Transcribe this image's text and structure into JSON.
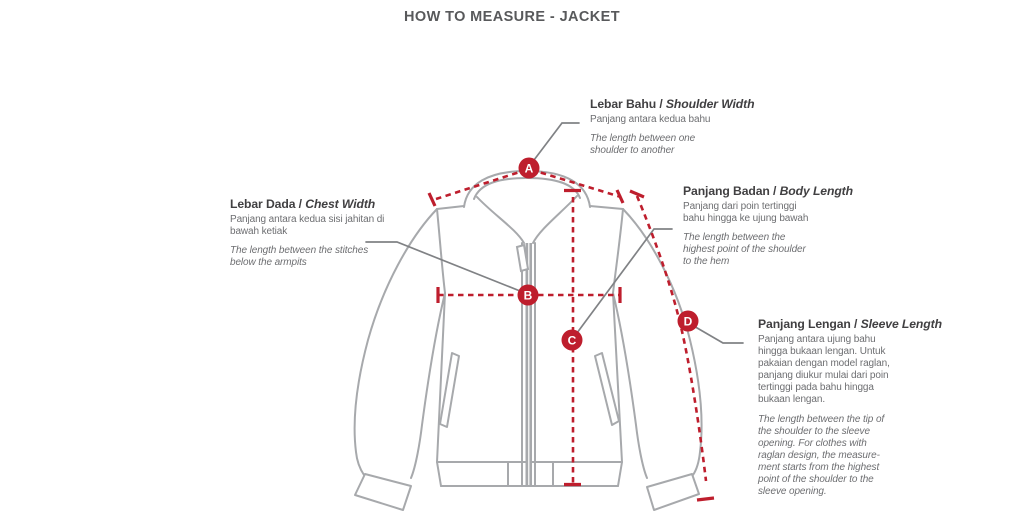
{
  "title": "HOW TO MEASURE - JACKET",
  "separator": " / ",
  "colors": {
    "accent_red": "#be1e2d",
    "jacket_outline": "#a7a9ac",
    "leader_line": "#808285",
    "heading_text": "#414042",
    "body_text": "#6d6e71",
    "title_text": "#58595b"
  },
  "measurements": [
    {
      "letter": "A",
      "name_id": "Lebar Bahu",
      "name_en": "Shoulder Width",
      "desc_id": "Panjang antara kedua bahu",
      "desc_en": "The length between one\nshoulder to another"
    },
    {
      "letter": "B",
      "name_id": "Lebar Dada",
      "name_en": "Chest Width",
      "desc_id": "Panjang antara kedua sisi jahitan di\nbawah ketiak",
      "desc_en": "The length between the stitches\nbelow the armpits"
    },
    {
      "letter": "C",
      "name_id": "Panjang Badan",
      "name_en": "Body Length",
      "desc_id": "Panjang dari poin tertinggi\nbahu hingga ke ujung bawah",
      "desc_en": "The length between the\nhighest point of the shoulder\nto the hem"
    },
    {
      "letter": "D",
      "name_id": "Panjang Lengan",
      "name_en": "Sleeve Length",
      "desc_id": "Panjang antara ujung bahu\nhingga bukaan lengan. Untuk\npakaian dengan model raglan,\npanjang diukur mulai dari poin\ntertinggi pada bahu hingga\nbukaan lengan.",
      "desc_en": "The length between the tip of\nthe shoulder to the sleeve\nopening. For clothes with\nraglan design, the measure-\nment starts from the highest\npoint of the shoulder to the\nsleeve opening."
    }
  ]
}
